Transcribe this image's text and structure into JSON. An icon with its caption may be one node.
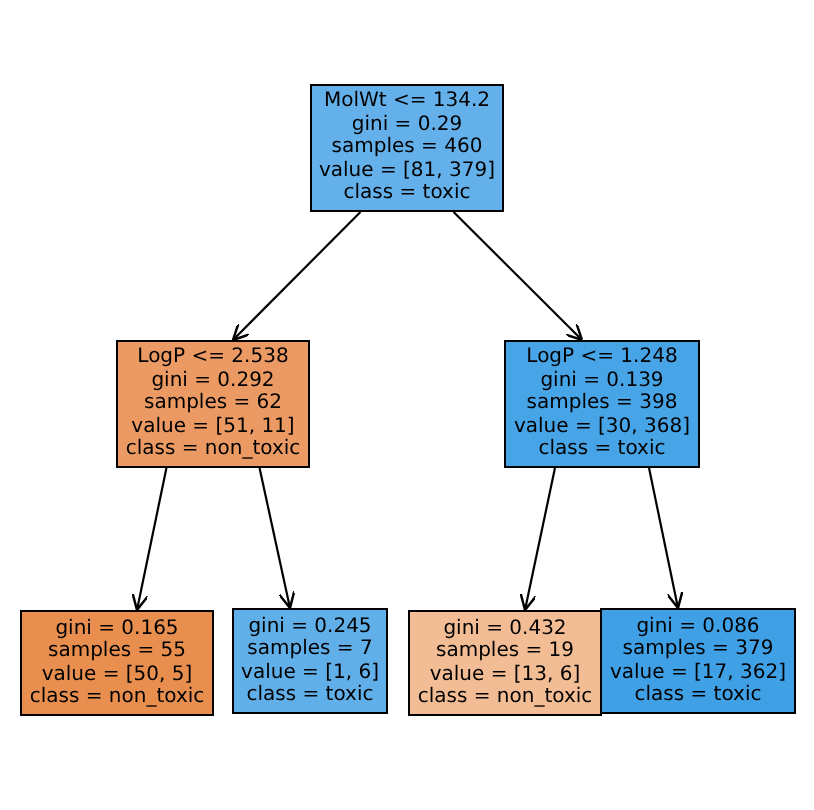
{
  "diagram": {
    "nodes": [
      {
        "text": [
          "MolWt <= 134.2",
          "gini = 0.29",
          "samples = 460",
          "value = [81, 379]",
          "class = toxic"
        ]
      },
      {
        "text": [
          "LogP <= 2.538",
          "gini = 0.292",
          "samples = 62",
          "value = [51, 11]",
          "class = non_toxic"
        ]
      },
      {
        "text": [
          "LogP <= 1.248",
          "gini = 0.139",
          "samples = 398",
          "value = [30, 368]",
          "class = toxic"
        ]
      },
      {
        "text": [
          "gini = 0.165",
          "samples = 55",
          "value = [50, 5]",
          "class = non_toxic"
        ]
      },
      {
        "text": [
          "gini = 0.245",
          "samples = 7",
          "value = [1, 6]",
          "class = toxic"
        ]
      },
      {
        "text": [
          "gini = 0.432",
          "samples = 19",
          "value = [13, 6]",
          "class = non_toxic"
        ]
      },
      {
        "text": [
          "gini = 0.086",
          "samples = 379",
          "value = [17, 362]",
          "class = toxic"
        ]
      }
    ],
    "edges": [
      {
        "from": 0,
        "to": 1,
        "arrow": "to"
      },
      {
        "from": 0,
        "to": 2,
        "arrow": "to"
      },
      {
        "from": 1,
        "to": 3,
        "arrow": "to"
      },
      {
        "from": 1,
        "to": 4,
        "arrow": "to"
      },
      {
        "from": 2,
        "to": 5,
        "arrow": "to"
      },
      {
        "from": 2,
        "to": 6,
        "arrow": "to"
      }
    ]
  }
}
